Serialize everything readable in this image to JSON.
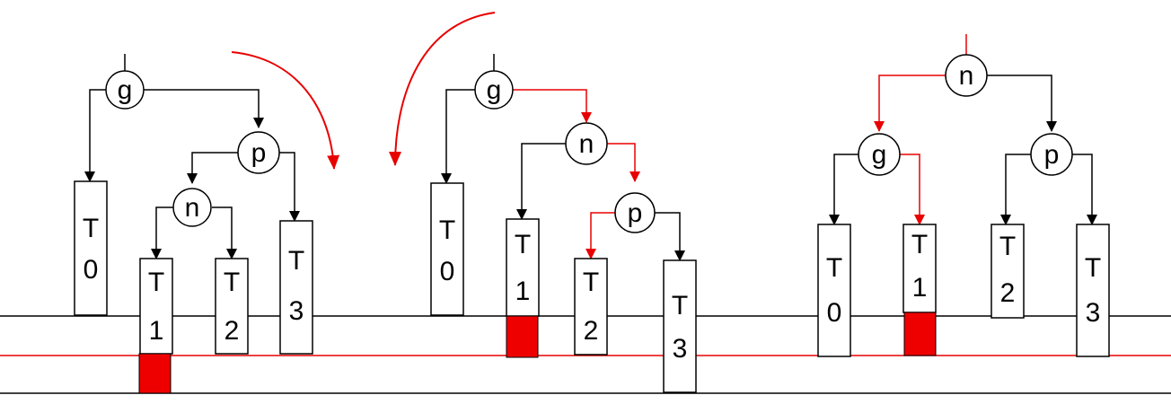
{
  "colors": {
    "line": "#000000",
    "highlight": "#e80000",
    "fill": "#ffffff",
    "block": "#ee0000"
  },
  "diagrams": [
    {
      "nodes": {
        "g": "g",
        "p": "p",
        "n": "n"
      },
      "subtrees": [
        {
          "t": "T",
          "n": "0"
        },
        {
          "t": "T",
          "n": "1"
        },
        {
          "t": "T",
          "n": "2"
        },
        {
          "t": "T",
          "n": "3"
        }
      ]
    },
    {
      "nodes": {
        "g": "g",
        "n": "n",
        "p": "p"
      },
      "subtrees": [
        {
          "t": "T",
          "n": "0"
        },
        {
          "t": "T",
          "n": "1"
        },
        {
          "t": "T",
          "n": "2"
        },
        {
          "t": "T",
          "n": "3"
        }
      ]
    },
    {
      "nodes": {
        "n": "n",
        "g": "g",
        "p": "p"
      },
      "subtrees": [
        {
          "t": "T",
          "n": "0"
        },
        {
          "t": "T",
          "n": "1"
        },
        {
          "t": "T",
          "n": "2"
        },
        {
          "t": "T",
          "n": "3"
        }
      ]
    }
  ]
}
